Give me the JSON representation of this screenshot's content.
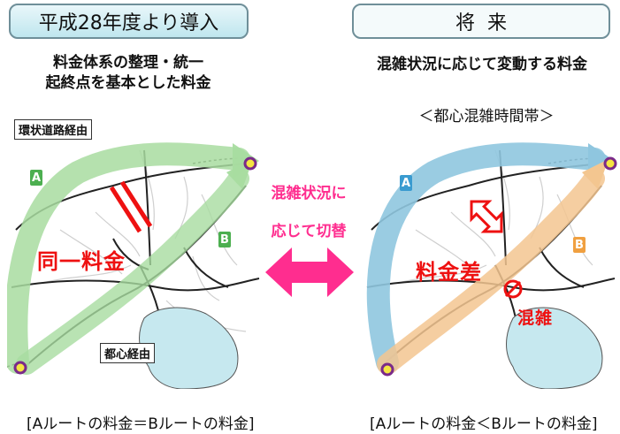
{
  "left": {
    "header": "平成28年度より導入",
    "subtitle_lines": [
      "料金体系の整理・統一",
      "起終点を基本とした料金"
    ],
    "tag_ring": "環状道路経由",
    "tag_center": "都心経由",
    "route_a": "A",
    "route_b": "B",
    "price_label": "同一料金",
    "caption": "[Aルートの料金＝Bルートの料金]",
    "colors": {
      "route": "#a8dca0",
      "badge_a": "#4caf50",
      "badge_b": "#4caf50"
    }
  },
  "center": {
    "lines": [
      "混雑状況に",
      "応じて切替"
    ],
    "arrow_color": "#ff2d8f"
  },
  "right": {
    "header": "将来",
    "subtitle": "混雑状況に応じて変動する料金",
    "time_label": "＜都心混雑時間帯＞",
    "route_a": "A",
    "route_b": "B",
    "price_label": "料金差",
    "congestion_label": "混雑",
    "caption": "[Aルートの料金＜Bルートの料金]",
    "colors": {
      "route_a": "#8fc6df",
      "route_b": "#f3c690",
      "badge_a": "#3a9bd0",
      "badge_b": "#f0a040"
    }
  }
}
